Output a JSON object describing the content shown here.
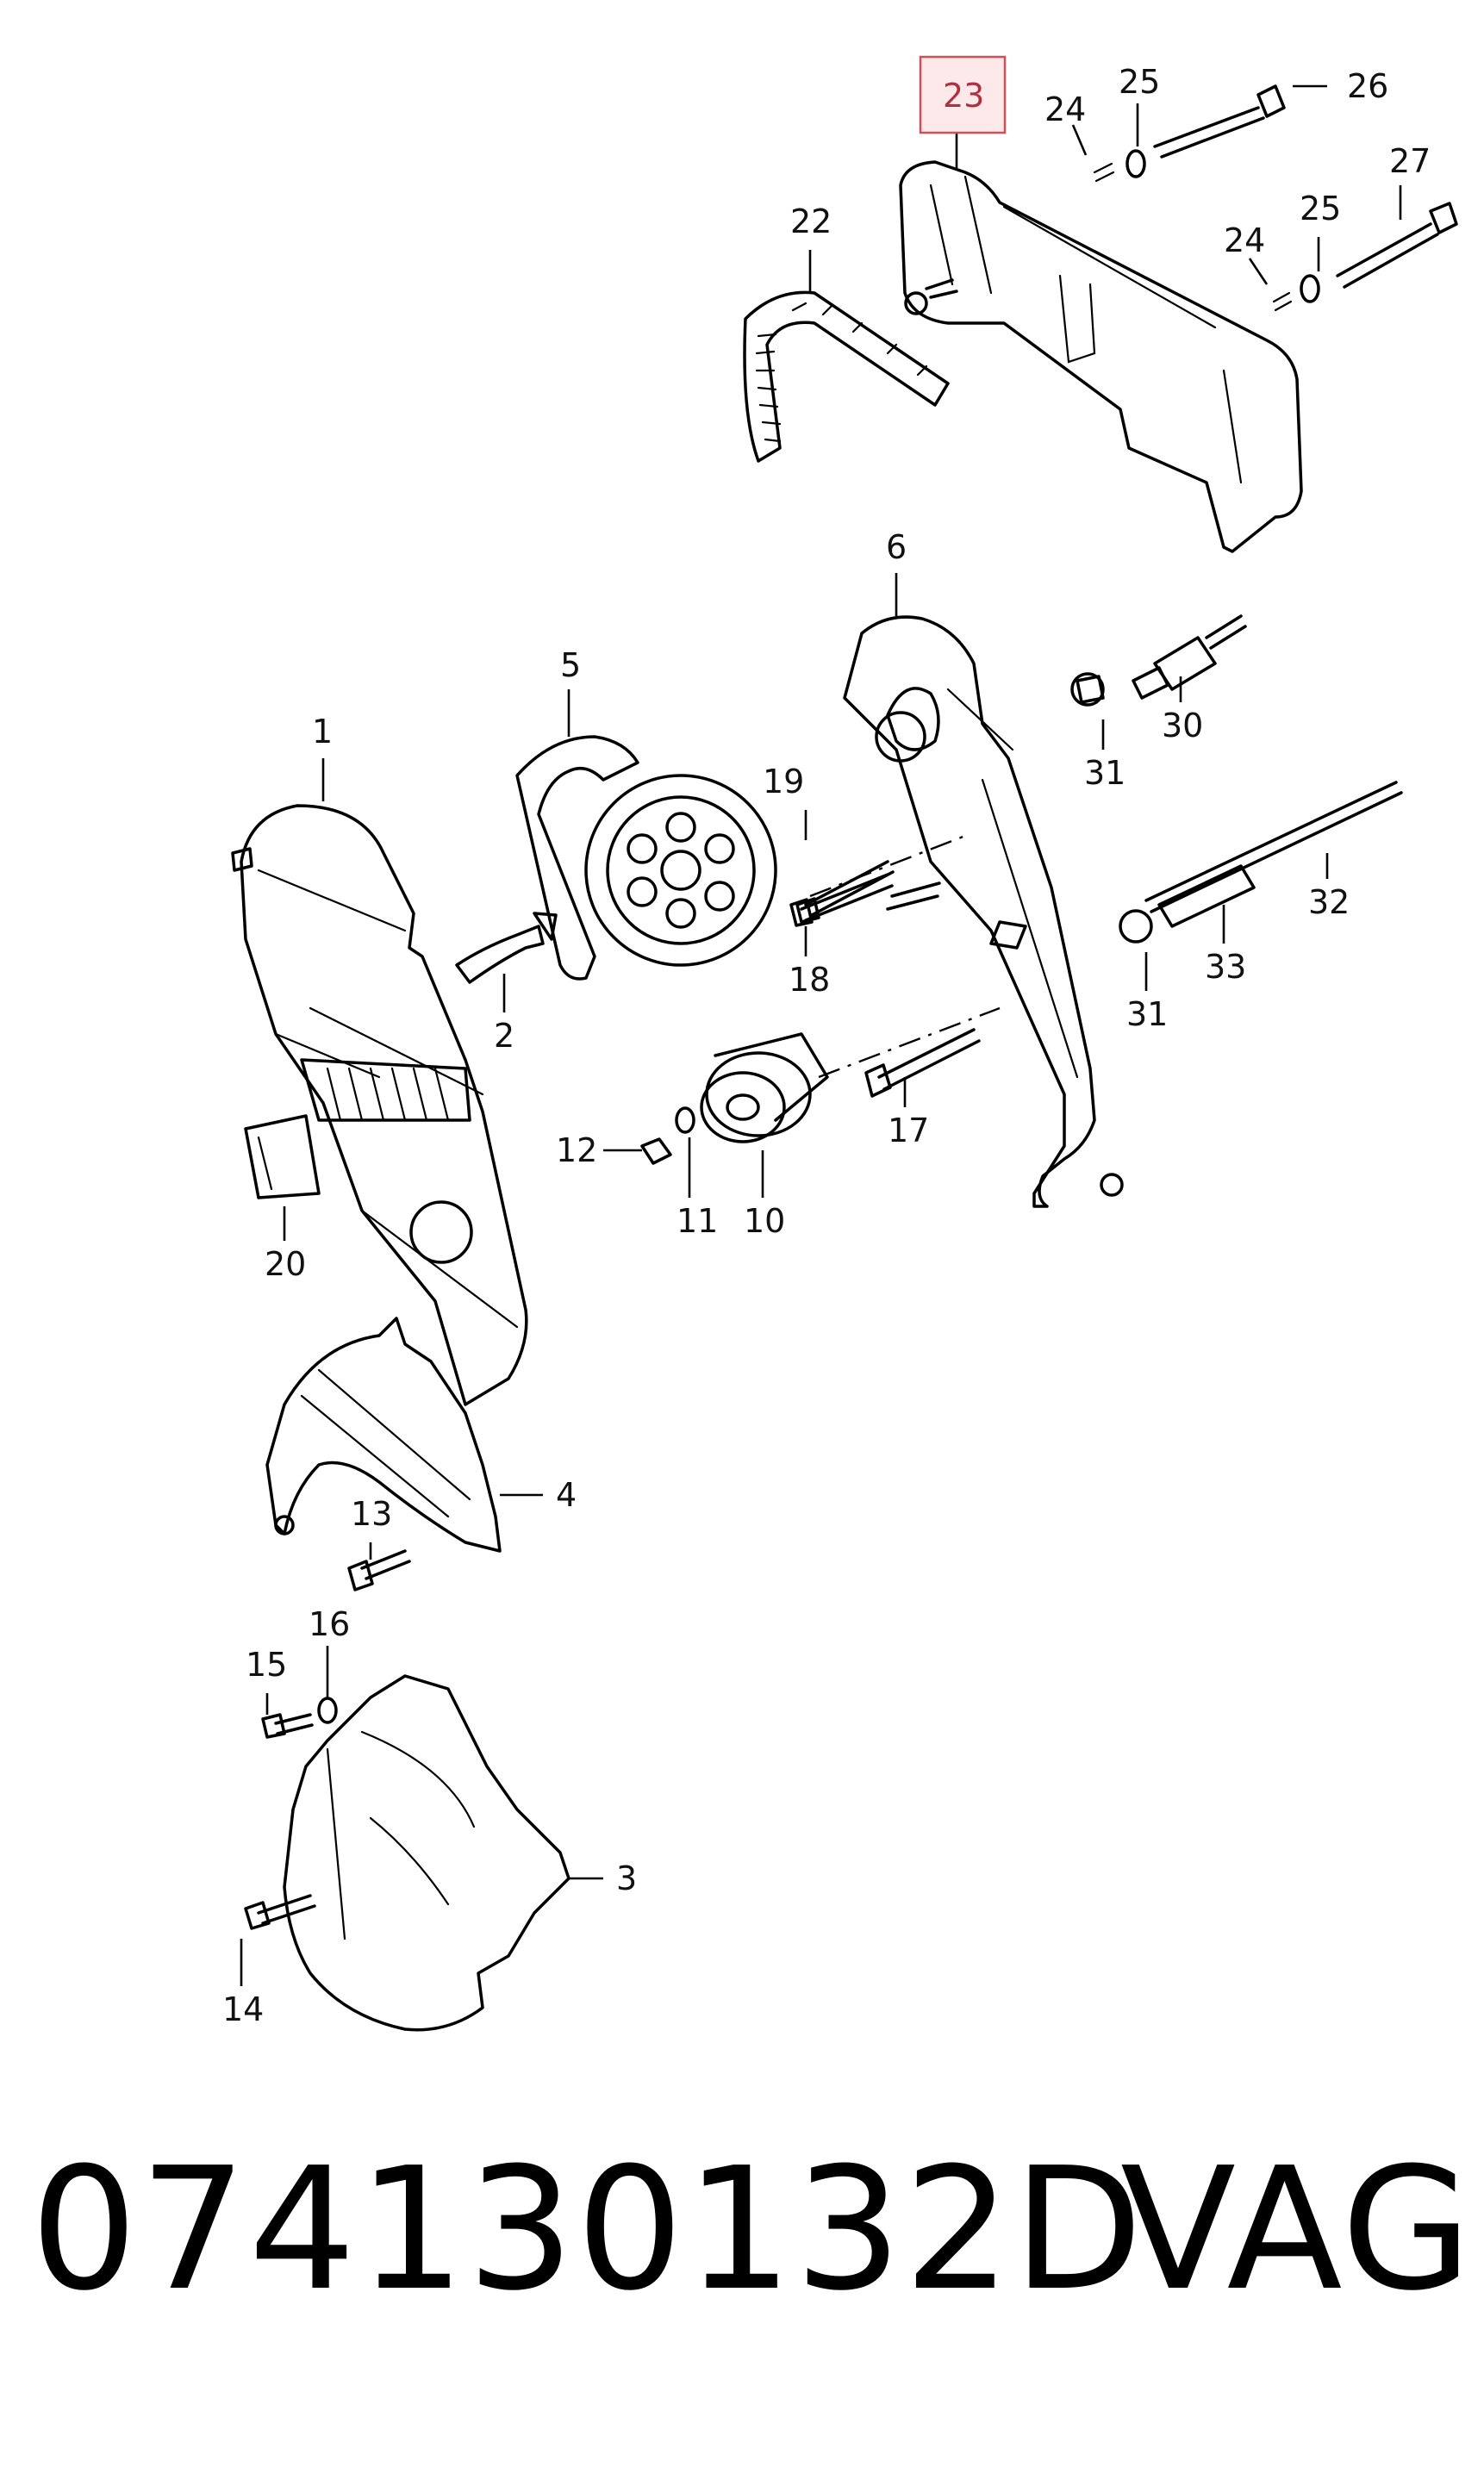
{
  "labels": {
    "l1": "1",
    "l2": "2",
    "l3": "3",
    "l4": "4",
    "l5": "5",
    "l6": "6",
    "l10": "10",
    "l11": "11",
    "l12": "12",
    "l13": "13",
    "l14": "14",
    "l15": "15",
    "l16": "16",
    "l17": "17",
    "l18": "18",
    "l19": "19",
    "l20": "20",
    "l22": "22",
    "l23": "23",
    "l24a": "24",
    "l24b": "24",
    "l25a": "25",
    "l25b": "25",
    "l26": "26",
    "l27": "27",
    "l30": "30",
    "l31a": "31",
    "l31b": "31",
    "l32": "32",
    "l33": "33"
  },
  "highlighted_label": "23",
  "highlight_color": "#d0505a",
  "footer": {
    "part_number": "074130132D",
    "brand": "VAG"
  }
}
